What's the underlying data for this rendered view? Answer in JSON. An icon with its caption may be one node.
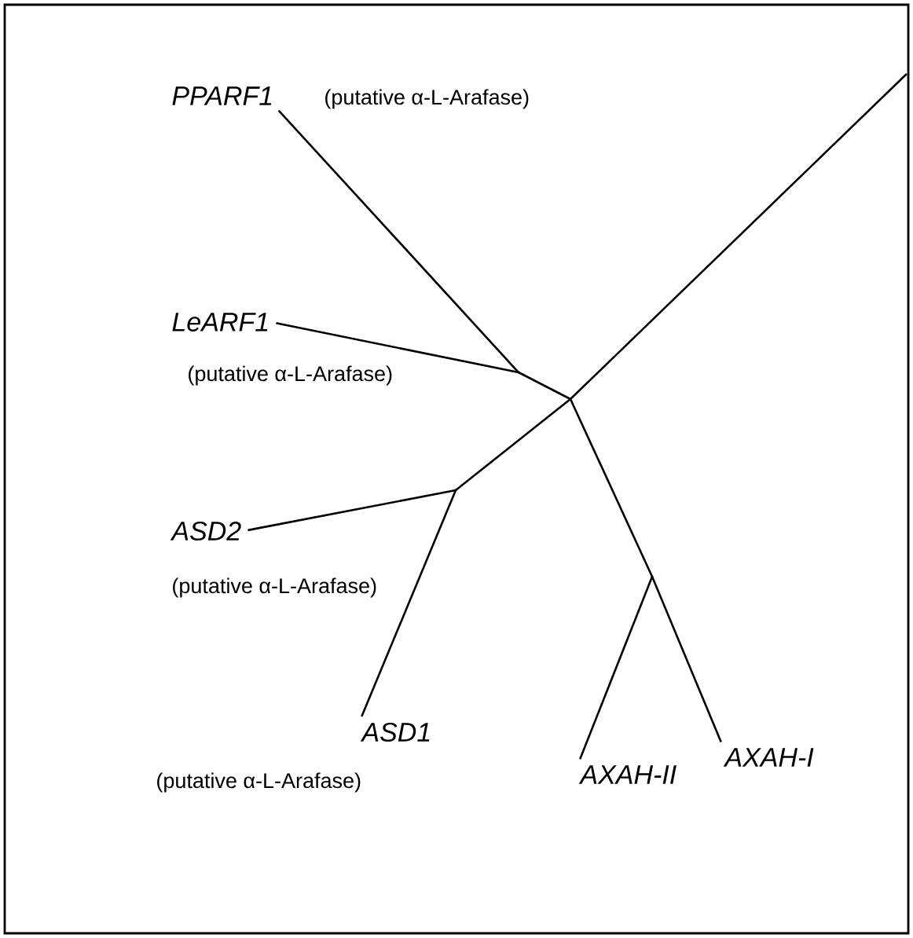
{
  "diagram": {
    "nodes": [
      {
        "text": [
          "PPARF1"
        ],
        "beside": [
          "(putative α-L-Arafase)"
        ]
      },
      {
        "text": [
          "LeARF1"
        ],
        "beside": [
          "(putative α-L-Arafase)"
        ]
      },
      {
        "text": [],
        "shape": "point"
      },
      {
        "text": [],
        "shape": "point"
      },
      {
        "text": [
          "ASD2"
        ],
        "beside": [
          "(putative α-L-Arafase)"
        ]
      },
      {
        "text": [],
        "shape": "point"
      },
      {
        "text": [],
        "shape": "point"
      },
      {
        "text": [
          "ASD1"
        ],
        "beside": [
          "(putative α-L-Arafase)"
        ]
      },
      {
        "text": [
          "AXAH-II"
        ]
      },
      {
        "text": [
          "AXAH-I"
        ]
      }
    ],
    "edges": [
      {
        "from": 0,
        "to": 2,
        "arrow": "none"
      },
      {
        "from": 1,
        "to": 2,
        "arrow": "none"
      },
      {
        "from": 2,
        "to": 3,
        "arrow": "none"
      },
      {
        "from": 3,
        "to": 5,
        "arrow": "none"
      },
      {
        "from": 4,
        "to": 5,
        "arrow": "none"
      },
      {
        "from": 7,
        "to": 5,
        "arrow": "none"
      },
      {
        "from": 3,
        "to": 6,
        "arrow": "none"
      },
      {
        "from": 8,
        "to": 6,
        "arrow": "none"
      },
      {
        "from": 6,
        "to": 9,
        "arrow": "none"
      },
      {
        "from": 3,
        "to": null,
        "arrow": "none"
      }
    ]
  }
}
